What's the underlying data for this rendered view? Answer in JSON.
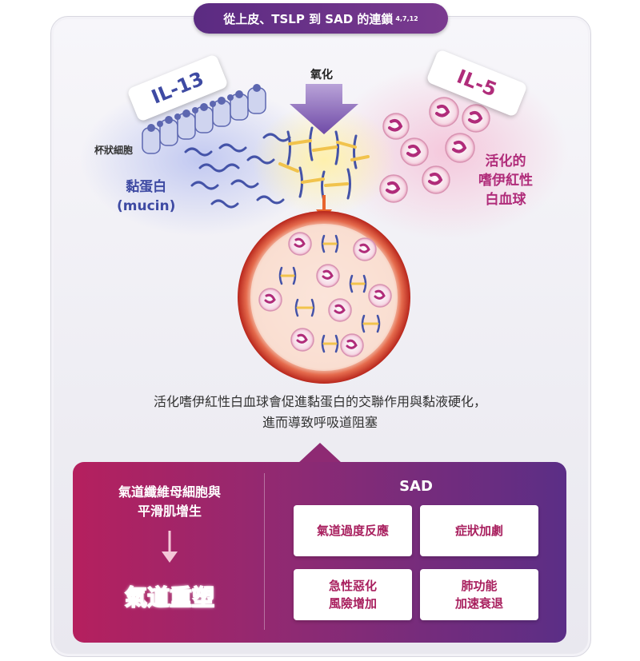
{
  "title": {
    "text": "從上皮、TSLP 到 SAD 的連鎖",
    "refs": "4,7,12"
  },
  "tags": {
    "il13": "IL-13",
    "il5": "IL-5"
  },
  "labels": {
    "goblet": "杯狀細胞",
    "mucin_line1": "黏蛋白",
    "mucin_line2": "(mucin)",
    "oxidation": "氧化",
    "eos_line1": "活化的",
    "eos_line2": "嗜伊紅性",
    "eos_line3": "白血球"
  },
  "caption": {
    "line1": "活化嗜伊紅性白血球會促進黏蛋白的交聯作用與黏液硬化，",
    "line2": "進而導致呼吸道阻塞"
  },
  "bottom": {
    "left_line1": "氣道纖維母細胞與",
    "left_line2": "平滑肌增生",
    "remodel": "氣道重塑",
    "sad_title": "SAD",
    "box1": "氣道過度反應",
    "box2": "症狀加劇",
    "box3_line1": "急性惡化",
    "box3_line2": "風險增加",
    "box4_line1": "肺功能",
    "box4_line2": "加速衰退"
  },
  "colors": {
    "purple": "#5b2b82",
    "magenta": "#b02c7a",
    "blue": "#3e4aa3",
    "red_circle": "#c73a2a",
    "yellow_link": "#f1c34c"
  }
}
